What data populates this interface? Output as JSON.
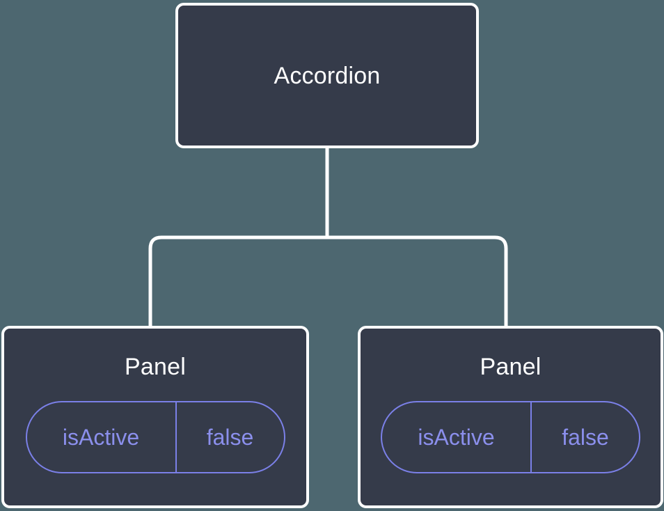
{
  "diagram": {
    "type": "component-tree",
    "background_color": "#4d6770",
    "node_fill_color": "#353b4a",
    "node_border_color": "#ffffff",
    "edge_color": "#ffffff",
    "badge_color": "#7b80e8",
    "badge_text_color": "#8b8fec",
    "root": {
      "title": "Accordion"
    },
    "children": [
      {
        "title": "Panel",
        "state": {
          "key": "isActive",
          "value": "false"
        }
      },
      {
        "title": "Panel",
        "state": {
          "key": "isActive",
          "value": "false"
        }
      }
    ]
  }
}
